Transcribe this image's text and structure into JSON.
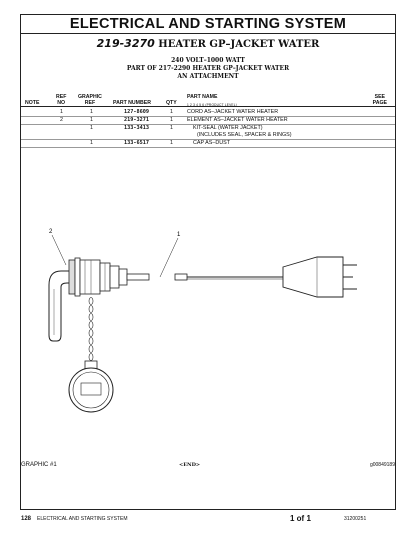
{
  "header": {
    "section_title": "ELECTRICAL AND STARTING SYSTEM",
    "part_number": "219-3270",
    "part_name": "HEATER GP–JACKET WATER"
  },
  "info_lines": [
    "240 VOLT–1000 WATT",
    "PART OF 217-2290 HEATER GP–JACKET WATER",
    "AN ATTACHMENT"
  ],
  "columns": {
    "note": "NOTE",
    "ref_no_1": "REF",
    "ref_no_2": "NO",
    "graphic_ref_1": "GRAPHIC",
    "graphic_ref_2": "REF",
    "part_number": "PART NUMBER",
    "qty": "QTY",
    "part_name": "PART NAME",
    "levels": "1  2  3  4  5  6  (PRODUCT LEVEL)",
    "see_page_1": "SEE",
    "see_page_2": "PAGE"
  },
  "rows": [
    {
      "ref_no": "1",
      "graphic_ref": "1",
      "part_number": "127-8609",
      "qty": "1",
      "part_name": "CORD AS–JACKET WATER HEATER"
    },
    {
      "ref_no": "2",
      "graphic_ref": "1",
      "part_number": "219-3271",
      "qty": "1",
      "part_name": "ELEMENT AS–JACKET WATER HEATER"
    },
    {
      "ref_no": "",
      "graphic_ref": "1",
      "part_number": "133-3413",
      "qty": "1",
      "part_name": "KIT-SEAL (WATER JACKET)"
    },
    {
      "ref_no": "",
      "graphic_ref": "",
      "part_number": "",
      "qty": "",
      "part_name": "(INCLUDES SEAL, SPACER & RINGS)"
    },
    {
      "ref_no": "",
      "graphic_ref": "1",
      "part_number": "133-6517",
      "qty": "1",
      "part_name": "CAP AS–DUST"
    }
  ],
  "callouts": [
    "2",
    "1"
  ],
  "footer": {
    "graphic_label": "GRAPHIC #1",
    "end_marker": "<END>",
    "graphic_id": "g00849189"
  },
  "page_footer": {
    "page_number": "128",
    "section": "ELECTRICAL AND STARTING SYSTEM",
    "page_of": "1 of 1",
    "doc_id": "31200251"
  }
}
